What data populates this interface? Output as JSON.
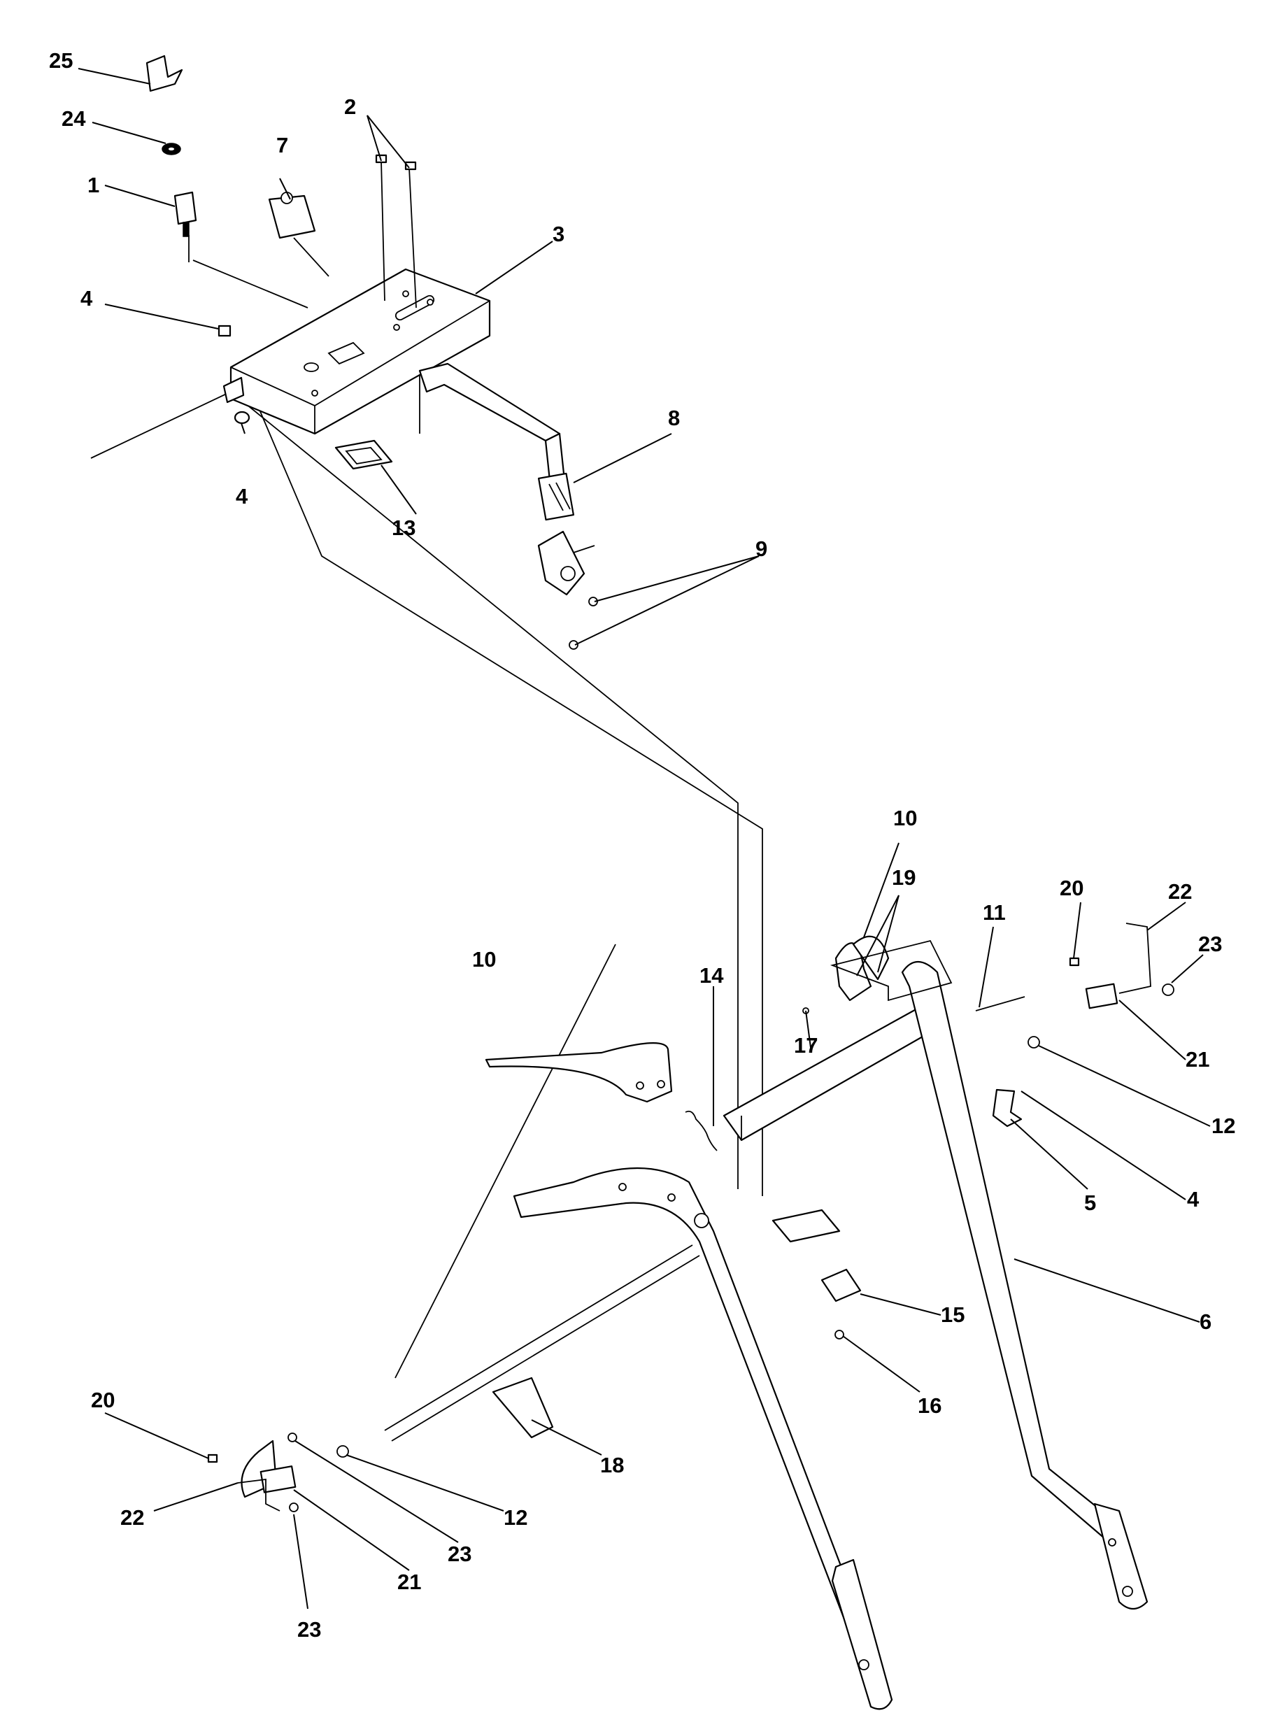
{
  "callouts": {
    "c1": "1",
    "c2": "2",
    "c3": "3",
    "c4a": "4",
    "c4b": "4",
    "c4c": "4",
    "c5": "5",
    "c6": "6",
    "c7": "7",
    "c8": "8",
    "c9": "9",
    "c10a": "10",
    "c10b": "10",
    "c11": "11",
    "c12a": "12",
    "c12b": "12",
    "c13": "13",
    "c14": "14",
    "c15": "15",
    "c16": "16",
    "c17": "17",
    "c18": "18",
    "c19": "19",
    "c20a": "20",
    "c20b": "20",
    "c21a": "21",
    "c21b": "21",
    "c22a": "22",
    "c22b": "22",
    "c23a": "23",
    "c23b": "23",
    "c23c": "23",
    "c24": "24",
    "c25": "25"
  }
}
